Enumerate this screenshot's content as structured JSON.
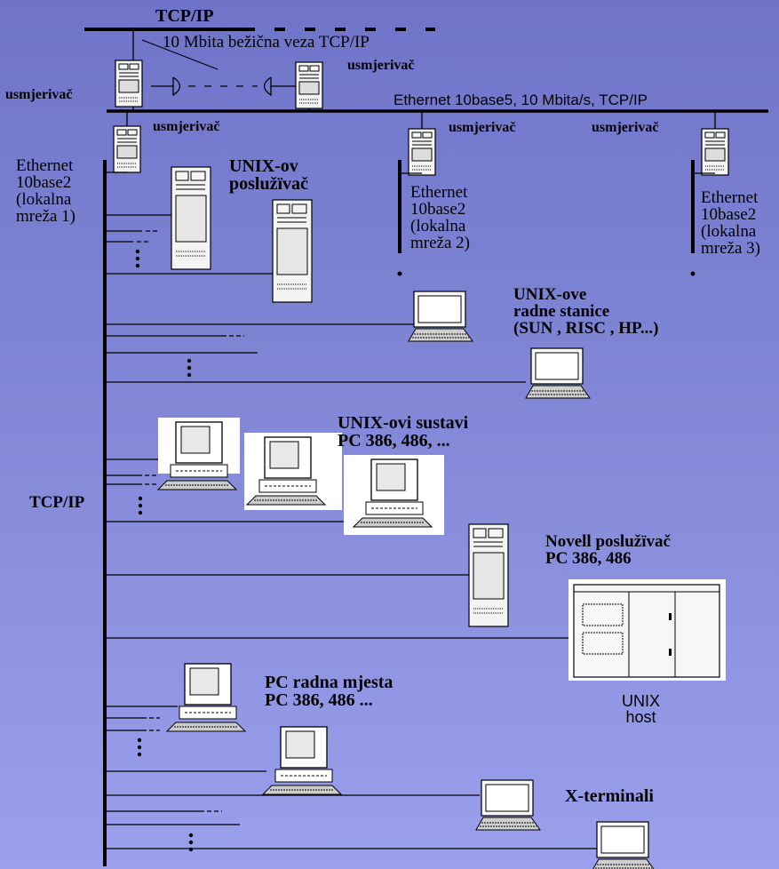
{
  "top": {
    "backbone_protocol": "TCP/IP",
    "wireless_link": "10 Mbita bežična veza TCP/IP",
    "ethernet_backbone": "Ethernet 10base5, 10 Mbita/s, TCP/IP"
  },
  "routers": [
    {
      "label": "usmjerivač"
    },
    {
      "label": "usmjerivač"
    },
    {
      "label": "usmjerivač"
    },
    {
      "label": "usmjerivač"
    },
    {
      "label": "usmjerivač"
    }
  ],
  "segments": [
    {
      "lines": [
        "Ethernet",
        "10base2",
        "(lokalna",
        "mreža 1)"
      ]
    },
    {
      "lines": [
        "Ethernet",
        "10base2",
        "(lokalna",
        "mreža 2)"
      ]
    },
    {
      "lines": [
        "Ethernet",
        "10base2",
        "(lokalna",
        "mreža 3)"
      ]
    }
  ],
  "nodes": {
    "unix_server": [
      "UNIX-ov",
      "poslužïvač"
    ],
    "unix_workstations": [
      "UNIX-ove",
      "radne stanice",
      "(SUN , RISC , HP...)"
    ],
    "unix_pc_systems": [
      "UNIX-ovi sustavi",
      "PC 386, 486, ..."
    ],
    "novell_server": [
      "Novell poslužïvač",
      "PC 386, 486"
    ],
    "unix_host": [
      "UNIX",
      "host"
    ],
    "pc_workstations": [
      "PC radna mjesta",
      "PC 386, 486 ..."
    ],
    "x_terminals": [
      "X-terminali"
    ]
  },
  "main_bus_protocol": "TCP/IP",
  "colors": {
    "background_top": "#6f74c9",
    "background_bottom": "#9aa0ec",
    "lines": "#000000"
  }
}
